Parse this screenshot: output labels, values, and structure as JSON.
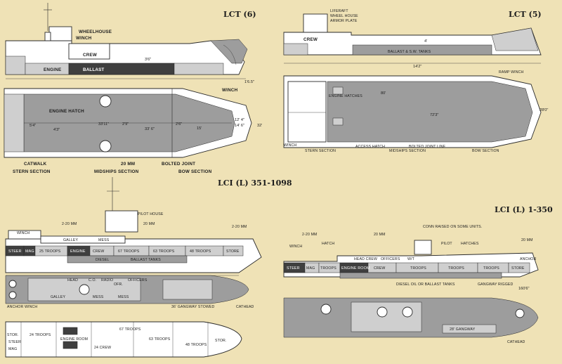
{
  "lct6": {
    "title": "LCT (6)",
    "labels": {
      "wheelhouse": "WHEELHOUSE",
      "winch": "WINCH",
      "crew": "CREW",
      "engine": "ENGINE",
      "ballast": "BALLAST",
      "depth": "3'6\"",
      "draft": "1'6.5\"",
      "winch_plan": "WINCH",
      "engine_hatch": "ENGINE HATCH",
      "catwalk": "CATWALK",
      "gun": "20 MM",
      "bolted_joint": "BOLTED JOINT",
      "stern_section": "STERN SECTION",
      "midships_section": "MIDSHIPS SECTION",
      "bow_section": "BOW SECTION"
    },
    "dims": [
      "5'4\"",
      "4'3\"",
      "33'11\"",
      "2'9\"",
      "33' 6\"",
      "2'6\"",
      "15'",
      "12' 4\"",
      "14' 6\"",
      "32'"
    ]
  },
  "lct5": {
    "title": "LCT (5)",
    "labels": {
      "liferaft": "LIFERAFT",
      "wheelhouse": "WHEEL HOUSE",
      "armor_plate": "ARMOR PLATE",
      "crew": "CREW",
      "ballast_tanks": "BALLAST & S.W. TANKS",
      "ramp_winch": "RAMP WINCH",
      "engine_hatches": "ENGINE HATCHES",
      "winch": "WINCH",
      "access_hatch": "ACCESS HATCH",
      "bolted_joint_line": "BOLTED JOINT LINE",
      "stern_section": "STERN SECTION",
      "midships_section": "MIDSHIPS SECTION",
      "bow_section": "BOW SECTION"
    },
    "dims": [
      "4'",
      "14'2\"",
      "80'",
      "72'3\"",
      "28'0\""
    ]
  },
  "lci351": {
    "title": "LCI (L) 351-1098",
    "labels": {
      "pilot_house": "PILOT HOUSE",
      "gun_port": "2-20 MM",
      "gun_mid": "20 MM",
      "gun_bow": "2-20 MM",
      "winch": "WINCH",
      "galley": "GALLEY",
      "mess": "MESS",
      "crew": "CREW",
      "steer": "STEER",
      "mag": "MAG",
      "troops_25": "25 TROOPS",
      "engine": "ENGINE",
      "troops_67": "67 TROOPS",
      "troops_63": "63 TROOPS",
      "troops_48": "48 TROOPS",
      "store": "STORE",
      "diesel": "DIESEL",
      "ballast_tanks": "BALLAST TANKS",
      "head": "HEAD",
      "co": "C.O.",
      "radio": "RADIO",
      "ofr": "OFR.",
      "officers": "OFFICERS",
      "anchor_winch": "ANCHOR WINCH",
      "gangway_stowed": "36' GANGWAY STOWED",
      "cathead": "CATHEAD",
      "stor": "STOR.",
      "troops_24": "24 TROOPS",
      "engine_room": "ENGINE ROOM",
      "crew_24": "24 CREW",
      "p_troops_67": "67 TROOPS",
      "p_troops_63": "63 TROOPS",
      "p_troops_48": "48 TROOPS",
      "p_stor": "STOR."
    }
  },
  "lci350": {
    "title": "LCI (L) 1-350",
    "labels": {
      "gun_stern": "2-20 MM",
      "gun_mid": "20 MM",
      "gun_bow": "20 MM",
      "conn_note": "CONN RAISED ON SOME UNITS.",
      "winch": "WINCH",
      "hatch": "HATCH",
      "pilot": "PILOT",
      "hatches": "HATCHES",
      "head_crew": "HEAD CREW",
      "officers": "OFFICERS",
      "wt": "W/T",
      "steer": "STEER",
      "mag": "MAG",
      "troops": "TROOPS",
      "engine_room": "ENGINE ROOM",
      "crew": "CREW",
      "troops_2": "TROOPS",
      "troops_3": "TROOPS",
      "troops_4": "TROOPS",
      "store": "STORE",
      "anchor": "ANCHOR",
      "diesel": "DIESEL OIL OR BALLAST TANKS",
      "gangway_rigged": "GANGWAY RIGGED",
      "draft": "160'6\"",
      "gangway": "28' GANGWAY",
      "cathead": "CATHEAD"
    }
  }
}
